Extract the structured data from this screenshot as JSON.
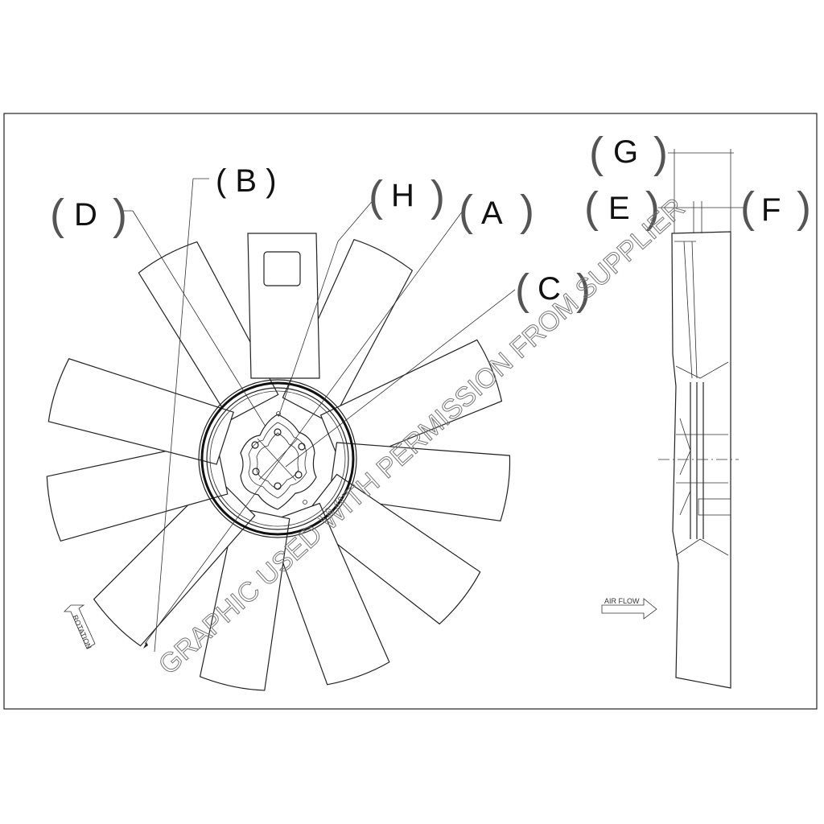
{
  "labels": {
    "A": "A",
    "B": "( B )",
    "C": "C",
    "D": "D",
    "E": "E",
    "F": "F",
    "G": "G",
    "H": "H"
  },
  "annotations": {
    "rotation": "ROTATION",
    "air_flow": "AIR FLOW"
  },
  "watermark": "GRAPHIC USED WITH PERMISSION FROM SUPPLIER"
}
